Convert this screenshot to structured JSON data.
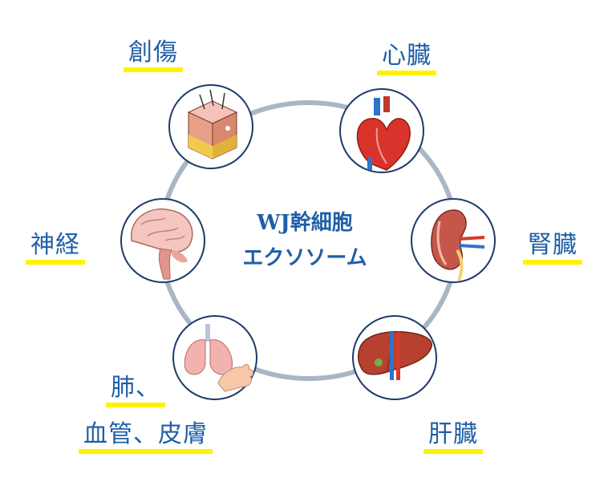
{
  "center": {
    "line1": "WJ幹細胞",
    "line2": "エクソソーム"
  },
  "labels": {
    "wound": "創傷",
    "heart": "心臓",
    "nerve": "神経",
    "kidney": "腎臓",
    "lung_line1": "肺、",
    "lung_line2": "血管、皮膚",
    "liver": "肝臓"
  },
  "colors": {
    "label_text": "#1f5fa8",
    "highlight": "#fff200",
    "ring": "#a9b6c6",
    "node_border": "#1e3a6a"
  },
  "icons": [
    "skin-icon",
    "heart-icon",
    "brain-icon",
    "kidney-icon",
    "lungs-hand-icon",
    "liver-icon"
  ]
}
